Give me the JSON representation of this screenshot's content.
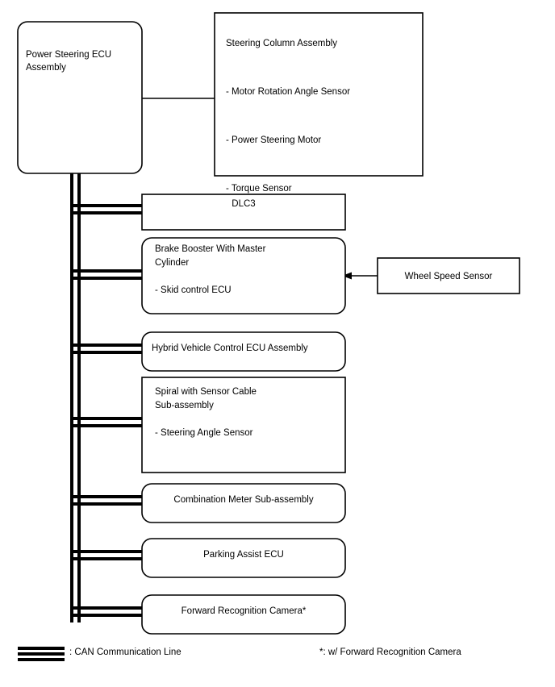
{
  "diagram": {
    "title": "Power Steering CAN Communication System Diagram",
    "line_color": "#000000",
    "background": "#ffffff",
    "boxes": {
      "power_steering_ecu": {
        "label": "Power Steering ECU\nAssembly",
        "shape": "rounded",
        "align": "left"
      },
      "steering_column": {
        "label": "Steering Column Assembly\n\n- Motor Rotation Angle Sensor\n\n- Power Steering Motor\n\n- Torque Sensor",
        "shape": "square",
        "align": "left"
      },
      "dlc3": {
        "label": "DLC3",
        "shape": "square",
        "align": "center"
      },
      "brake_booster": {
        "label": "Brake Booster With Master\nCylinder\n\n- Skid control ECU",
        "shape": "rounded",
        "align": "left"
      },
      "wheel_speed_sensor": {
        "label": "Wheel Speed Sensor",
        "shape": "square",
        "align": "center"
      },
      "hybrid_vehicle_ecu": {
        "label": "Hybrid Vehicle Control ECU Assembly",
        "shape": "rounded",
        "align": "left"
      },
      "spiral_cable": {
        "label": "Spiral with Sensor Cable\nSub-assembly\n\n- Steering Angle Sensor",
        "shape": "square",
        "align": "left"
      },
      "combination_meter": {
        "label": "Combination Meter Sub-assembly",
        "shape": "rounded",
        "align": "center"
      },
      "parking_assist_ecu": {
        "label": "Parking Assist ECU",
        "shape": "rounded",
        "align": "center"
      },
      "forward_camera": {
        "label": "Forward Recognition Camera*",
        "shape": "rounded",
        "align": "center"
      }
    },
    "legend": {
      "can_line_label": ": CAN Communication Line",
      "footnote": "*: w/ Forward Recognition Camera"
    }
  }
}
